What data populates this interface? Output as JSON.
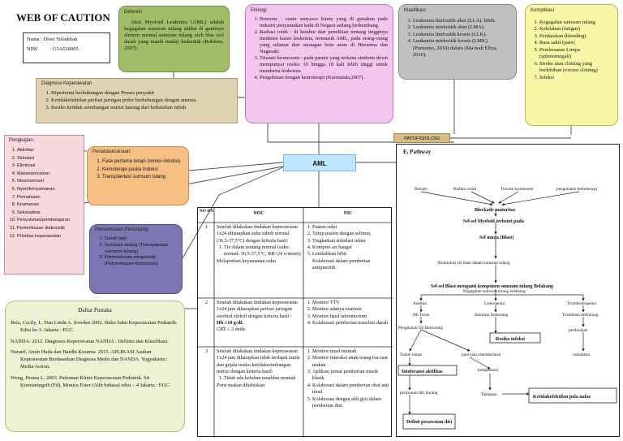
{
  "header": {
    "title": "WEB OF CAUTION",
    "name_label": "Nama",
    "name_value": ": Dewi Yulaikhah",
    "nim_label": "NIM",
    "nim_value": ": G3A018005"
  },
  "definisi": {
    "title": "Defenisi",
    "text": "Akut Myeloid Leukimia (AML) adalah kegagalan sumsum tulang akibat di gantinya elemen normal sumsum tulang oleh blas (sel darah yang masih muda) leukemik (Robbins, 2007)."
  },
  "etiologi": {
    "title": "Etiologi",
    "items": [
      "Benzene : suatu senyawa kimia yang di gunakan pada industri penyamakan kulit di Negara sedang berkembang.",
      "Radiasi ionik : di ketahui dari penelitian tentang tingginya insidensi kasus leukemia, termasuk AML, pada orang-orang yang selamat dari serangan bom atom di Hirosima dan Nagasaki.",
      "Trisomi kromosom : pada pasien yang terkena sindrom down mempunyai resiko 10 hingga 18 kali lebih tinggi untuk menderita leukemia.",
      "Pengobatan dengan kemoterapi (Kurnianda,2007)."
    ]
  },
  "klasifikasi": {
    "title": "Klasifikasi",
    "items": [
      "Leukemia limfositik akut (LLA). lebih.",
      "Leukemia mielositik akut (LMA).",
      "Leukemia limfositik kronis (LLK).",
      "Leukemia mielositik kronis (LMK) (Purnomo, 2010) dalam (Ma'mah Ellya, 2016)."
    ]
  },
  "komplikasi": {
    "title": "Komplikasi",
    "items": [
      "Kegagalan sumsum tulang",
      "Kelelahan (fatigue)",
      "Perdarahan (bleeding)",
      "Rasa sakit (pain)",
      "Pembesaran Limpa (splenomegali)",
      "Stroke atau clotting yang berlebihan (excess clotting)",
      "Infeksi"
    ]
  },
  "diagnosa": {
    "title": "Diagnosa Keperawatan",
    "items": [
      "Hipertermi berhubungan dengan Proses penyakit",
      "Ketidakefektifan perfusi jaringan prifer berhubungan dengan anemia",
      "Resiko ketidak seimbangan nutrisi kurang dari kebutuhan tubuh"
    ]
  },
  "pengkajian": {
    "title": "Pengkajian:",
    "items": [
      "Aktivitas",
      "Sirkulasi",
      "Eliminasi",
      "Makanan/cairan",
      "Neurosensori",
      "Nyeri/kenyamanan",
      "Pernafasan",
      "Keamanan",
      "Seksualitas",
      "Penyuluhan/pembelajaran",
      "Pemeriksaan diaknostik",
      "Prioritas keperawatan"
    ]
  },
  "penatalaksanaan": {
    "title": "Penatalaksanaan:",
    "items": [
      "Fase pertama terapi (remisi-induksi)",
      "Kemoterapi paska induksi",
      "Transplantasi sumsum tulang"
    ]
  },
  "penunjang": {
    "title": "Pemeriksaan Penunjang",
    "items": [
      "Darah tepi",
      "Sumsum tulang (Transplantasi sumsum tulang)",
      "Pemeriksaan sitogenetik (Pemeriksaan kromosom)"
    ]
  },
  "pustaka": {
    "title": "Daftar Pustaka",
    "refs": [
      "Betz, Cecily, L. Dan Linda A. Sowden 2002. Buku Saku Keperawatan Pediatrik. Edisi ke-3. Jakarta : EGC.",
      "NANDA. 2012. Diagnosis Keperawatan NANDA : Definisi dan Klasifikasi.",
      "Nurarif, Amin Huda dan Hardhi Kusuma. 2015. APLIKASI Asuhan Keperawatan Berdasarkan Diagnosa Medis dan NANDA. Yogyakarta : Media Action.",
      "Wong, Donna L. 2003. Pedoman Klinis Keperawatan Pediatrik. Sri Kurnianingsih (Fd), Monica Ester (Alih bahasa) edisi – 4 Jakarta : EGC."
    ]
  },
  "center": {
    "aml": "AML",
    "patofisiologi": "PATOFISIOLOGI"
  },
  "pathway": {
    "title": "E. Pathway",
    "causes": [
      "Benzen",
      "Radiasi ionik",
      "Trisomi kromosom",
      "pengobatan kemoterapy"
    ],
    "blockade": "Blockade maturitas",
    "myeloid": "Sel-sel Myeloid terhenti pada",
    "blast": "Sel muda (Blast)",
    "akumulasi": "Akumulasi sel blast dalam sumsum tulang",
    "menganti": "Sel-sel Blast menganti komponen sumsum tulang Belakang",
    "kegagalan": "Kegagalan sumsum tulang belakang",
    "branches": [
      "Anemia",
      "Leukopenia",
      "Trombositopenia"
    ],
    "sub": [
      "Hb Turun",
      "Imunitas berkurang",
      "Trombosit berkurang"
    ],
    "o2": "Pengikatan O2 Berkurang",
    "resiko": "Resiko infeksi",
    "perdarahan": "perdarahan",
    "tubuh": "Tubuh lemas",
    "paru": "paru-paru memberikan",
    "kompensasi": "kompensasi",
    "epistaksis": "epistaksis",
    "intoleransi": "Intoleransi aktifitas",
    "perawatan": "perawatan diri kurang",
    "takipnea": "Takipnea",
    "pola": "Ketidakefektifan pola nafas",
    "defisit": "Defisit perawatan diri"
  },
  "table": {
    "headers": {
      "no": "NO DX",
      "noc": "NOC",
      "nic": "NIC"
    },
    "rows": [
      {
        "no": "1",
        "noc": "Setelah dilakukan tindakan keperawatan 1x24 diharapkan suhu tubuh normal (36,5-37,5°C) dengan kriteria hasil:",
        "noc_items": [
          "Ttv dalam rentang normal (suhu normal: 36,5-37,5°C, RR=24 x/menit)"
        ],
        "noc_tail": "Melaporkan keyamanan suhu",
        "nic": [
          "Pantau suhu",
          "Tutup pasien dengan selimut,",
          "Tingkatkan sirkulasi udara",
          "Kompres air hangat",
          "Lembabkan bibir",
          "Kolaborasi dalam pemberian antipiuretik"
        ]
      },
      {
        "no": "2",
        "noc": "Setelah dilakukan tindakan keperawatan 1x24 jam diharapkan perfusi jaringan serebral efektif dengan kriteria hasil :",
        "noc_items": [
          "Hb ≥10 g/dL",
          "CRT ≤ 2 detik."
        ],
        "noc_tail": "",
        "nic": [
          "Monitor TTV",
          "Monitor adanya sianosis",
          "Monitor hasil laboratorium",
          "Kolaborasi pemberian transfusi darah"
        ]
      },
      {
        "no": "3",
        "noc": "Setelah dilakukan tindakan keperawatan 1x24 jam diharapkan tidak terdapat tanda dan gejala resiko ketidakseimbangan nutrisi dengan kriteria hasil:",
        "noc_items": [
          "Tidak ada keluhan mualdan muntah"
        ],
        "noc_tail": "Porsi makan dihabiskan",
        "nic": [
          "Monitor mual muntah",
          "Monitor interaksi anak-orang tua saat makan",
          "Aplikasi jurnal pemberian musik klasik",
          "Kolaborasi dalam pemberian obat anti mual",
          "Kolaborasi dengan ahli gizi dalam pemberian diet."
        ]
      }
    ]
  }
}
